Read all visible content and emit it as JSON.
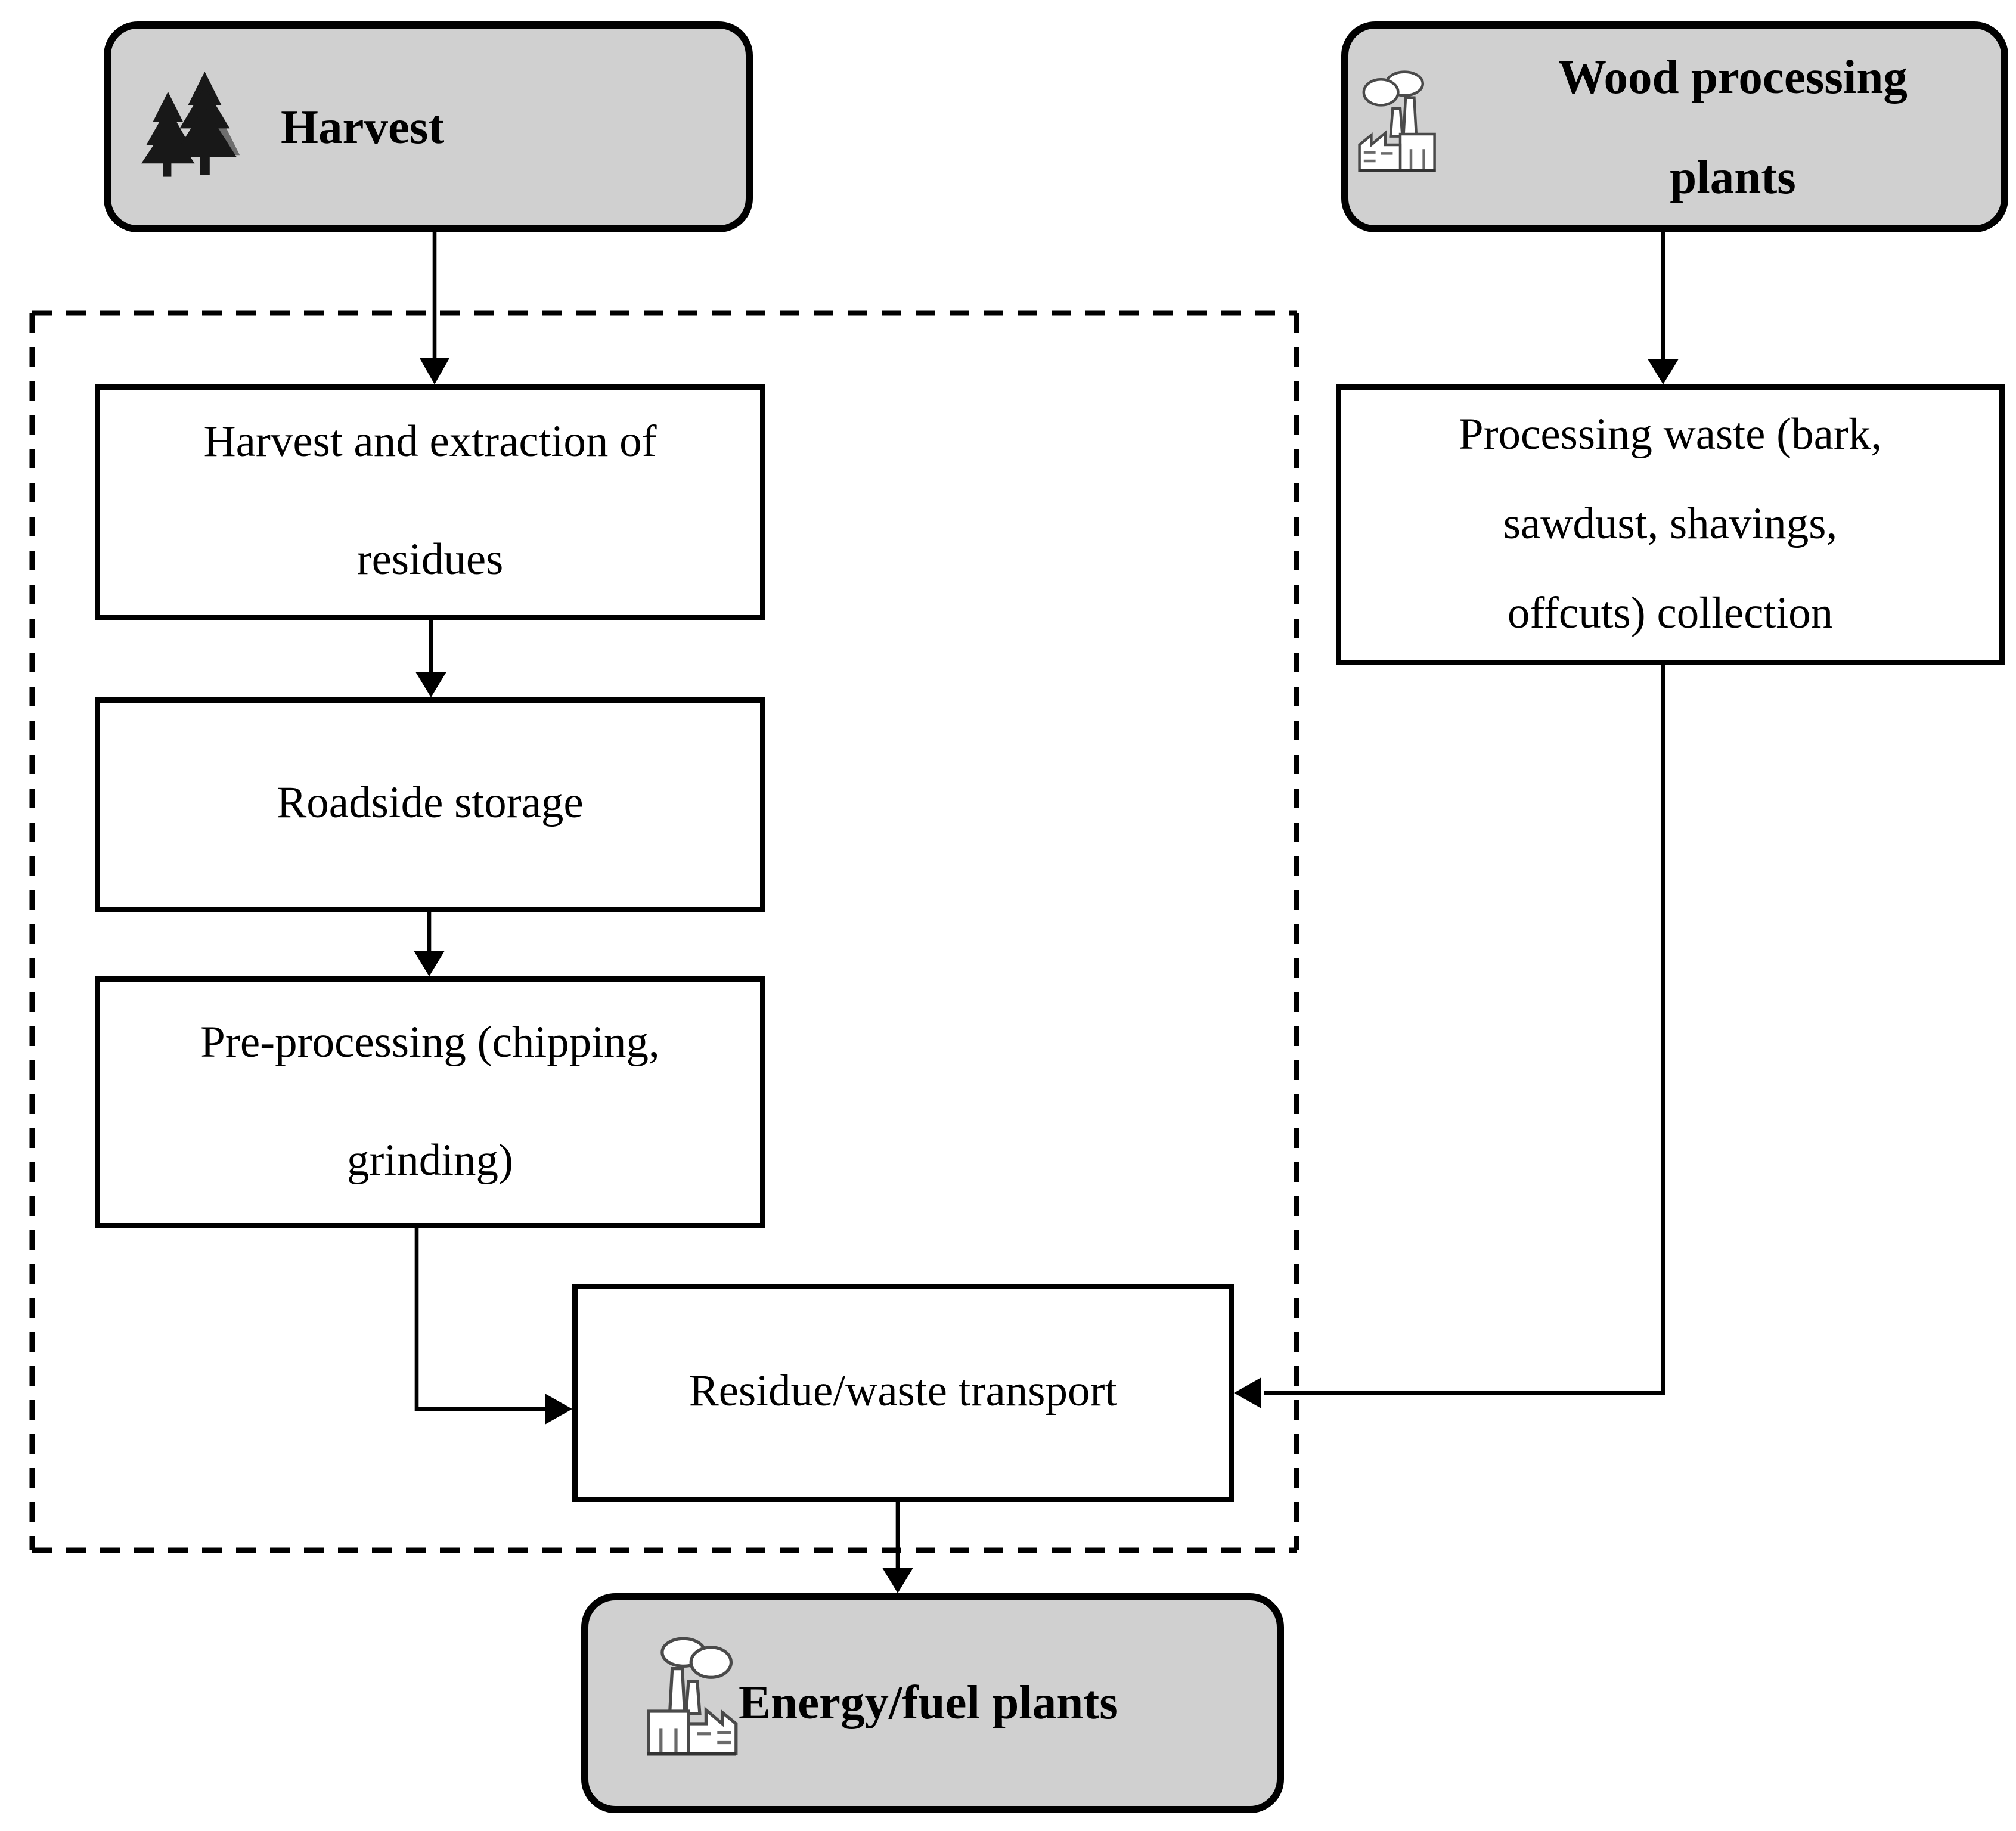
{
  "figure": {
    "type": "flowchart",
    "background": "#ffffff",
    "colors": {
      "terminal_fill": "#d0d0d0",
      "process_fill": "#ffffff",
      "stroke": "#000000"
    },
    "nodes": {
      "harvest": {
        "kind": "terminal",
        "icon": "evergreen-trees",
        "label": "Harvest"
      },
      "wood_processing_plants": {
        "kind": "terminal",
        "icon": "factory-with-smokestacks",
        "lines": [
          "Wood processing",
          "plants"
        ]
      },
      "harvest_and_extraction": {
        "kind": "process",
        "lines": [
          "Harvest and extraction of",
          "residues"
        ]
      },
      "roadside_storage": {
        "kind": "process",
        "lines": [
          "Roadside storage"
        ]
      },
      "pre_processing": {
        "kind": "process",
        "lines": [
          "Pre-processing (chipping,",
          "grinding)"
        ]
      },
      "processing_waste_collection": {
        "kind": "process",
        "lines": [
          "Processing waste (bark,",
          "sawdust, shavings,",
          "offcuts) collection"
        ]
      },
      "residue_waste_transport": {
        "kind": "process",
        "lines": [
          "Residue/waste transport"
        ]
      },
      "energy_fuel_plants": {
        "kind": "terminal",
        "icon": "factory-with-smokestacks",
        "label": "Energy/fuel plants"
      }
    },
    "edges": [
      {
        "from": "harvest",
        "to": "harvest_and_extraction",
        "arrow": true
      },
      {
        "from": "harvest_and_extraction",
        "to": "roadside_storage",
        "arrow": true
      },
      {
        "from": "roadside_storage",
        "to": "pre_processing",
        "arrow": true
      },
      {
        "from": "pre_processing",
        "to": "residue_waste_transport",
        "arrow": true
      },
      {
        "from": "wood_processing_plants",
        "to": "processing_waste_collection",
        "arrow": true
      },
      {
        "from": "processing_waste_collection",
        "to": "residue_waste_transport",
        "arrow": true
      },
      {
        "from": "residue_waste_transport",
        "to": "energy_fuel_plants",
        "arrow": true
      }
    ],
    "boundary": {
      "style": "dashed",
      "encloses": [
        "harvest_and_extraction",
        "roadside_storage",
        "pre_processing",
        "residue_waste_transport"
      ]
    }
  }
}
